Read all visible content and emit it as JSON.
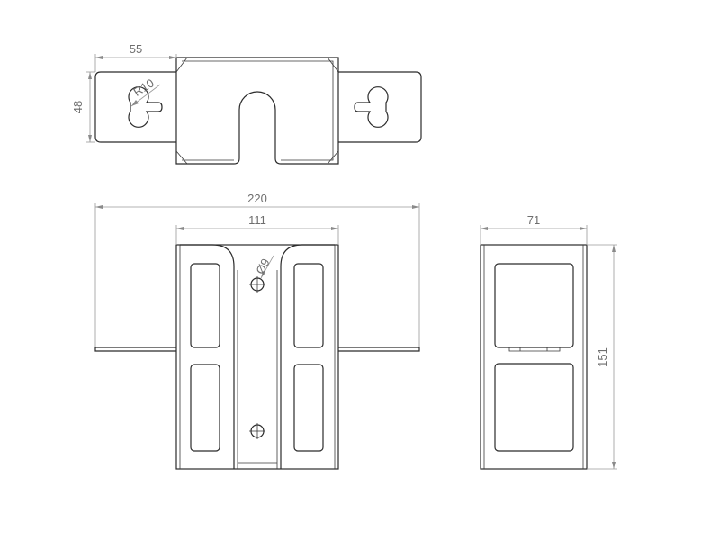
{
  "dimensions": {
    "top_width": "55",
    "top_height": "48",
    "top_radius": "R10",
    "overall_width": "220",
    "body_width": "111",
    "hole_diameter": "Ø9",
    "side_width": "71",
    "side_height": "151"
  }
}
